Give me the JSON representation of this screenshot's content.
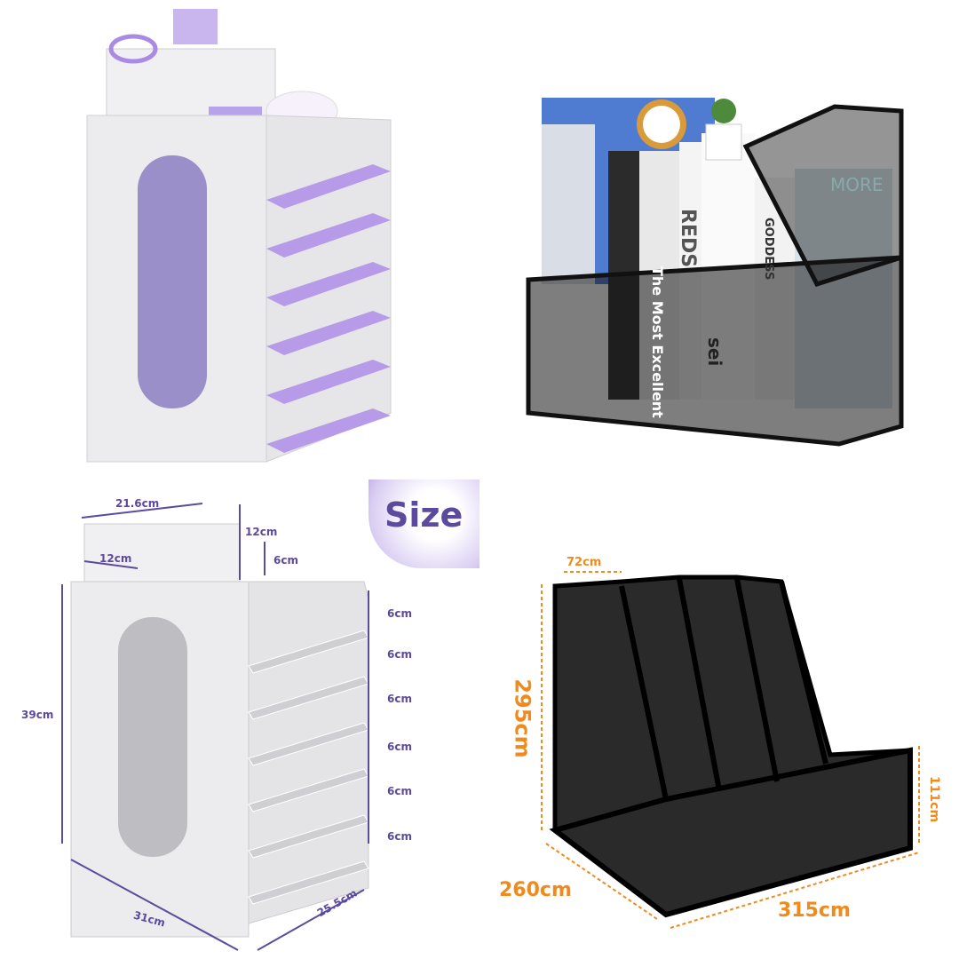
{
  "colors": {
    "dimension_purple": "#5b4a9e",
    "dimension_orange": "#f08a1c",
    "organizer_white": "#e8e8ea",
    "mesh_black": "#111111",
    "paper_purple": "#b79be8"
  },
  "badge": {
    "label": "Size"
  },
  "white_organizer_dims": {
    "top_width": "21.6cm",
    "top_height": "12cm",
    "top_depth": "12cm",
    "top_step": "6cm",
    "height": "39cm",
    "width": "31cm",
    "depth": "25.5cm",
    "shelf_spacing": [
      "6cm",
      "6cm",
      "6cm",
      "6cm",
      "6cm",
      "6cm"
    ]
  },
  "mesh_organizer_dims": {
    "slot_width": "72cm",
    "height": "295cm",
    "front_height": "111cm",
    "depth": "260cm",
    "width": "315cm"
  },
  "book_titles": [
    "The Most Excellent",
    "REDS",
    "sei",
    "GODDESS",
    "MORE"
  ]
}
